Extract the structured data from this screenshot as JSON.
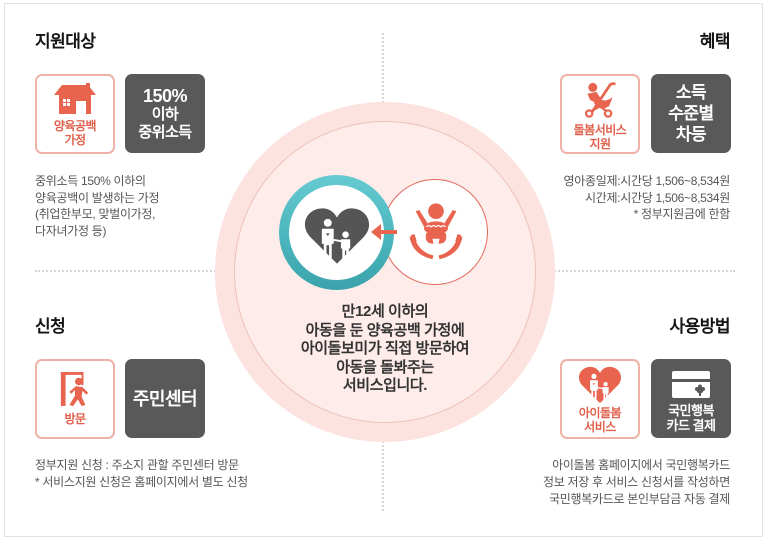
{
  "sections": {
    "eligibility": {
      "title": "지원대상",
      "badge_outline": {
        "icon": "house-icon",
        "lines": [
          "양육공백",
          "가정"
        ]
      },
      "badge_dark": {
        "lines": [
          "150%",
          "이하",
          "중위소득"
        ]
      },
      "description": [
        "중위소득 150% 이하의",
        "양육공백이 발생하는 가정",
        "(취업한부모, 맞벌이가정,",
        "다자녀가정 등)"
      ]
    },
    "benefits": {
      "title": "혜택",
      "badge_outline": {
        "icon": "stroller-icon",
        "lines": [
          "돌봄서비스",
          "지원"
        ]
      },
      "badge_dark": {
        "lines": [
          "소득",
          "수준별",
          "차등"
        ]
      },
      "description": [
        "영아종일제:시간당 1,506~8,534원",
        "시간제:시간당 1,506~8,534원",
        "* 정부지원금에 한함"
      ]
    },
    "application": {
      "title": "신청",
      "badge_outline": {
        "icon": "walking-through-door-icon",
        "lines": [
          "방문"
        ]
      },
      "badge_dark": {
        "lines": [
          "주민센터"
        ]
      },
      "description": [
        "정부지원 신청 : 주소지 관할 주민센터 방문",
        "* 서비스지원 신청은 홈페이지에서 별도 신청"
      ]
    },
    "usage": {
      "title": "사용방법",
      "badge_outline": {
        "icon": "heart-family-icon",
        "lines": [
          "아이돌봄",
          "서비스"
        ]
      },
      "badge_dark": {
        "icon": "card-icon",
        "lines": [
          "국민행복",
          "카드 결제"
        ]
      },
      "description": [
        "아이돌봄 홈페이지에서 국민행복카드",
        "정보 저장 후 서비스 신청서를 작성하면",
        "국민행복카드로 본인부담금 자동 결제"
      ]
    }
  },
  "center": {
    "icons": {
      "left": "heart-family-icon",
      "arrow": "arrow-left-icon",
      "right": "baby-in-hands-icon"
    },
    "lines": [
      "만12세 이하의",
      "아동을 둔 양육공백 가정에",
      "아이돌보미가 직접 방문하여",
      "아동을 돌봐주는",
      "서비스입니다."
    ]
  },
  "colors": {
    "coral": "#e8644f",
    "outline_border": "#eeb2a6",
    "dark_box": "#595959",
    "teal": "#4bb6bd",
    "circle_outer": "#fce3e0",
    "circle_inner": "#fdecea"
  }
}
